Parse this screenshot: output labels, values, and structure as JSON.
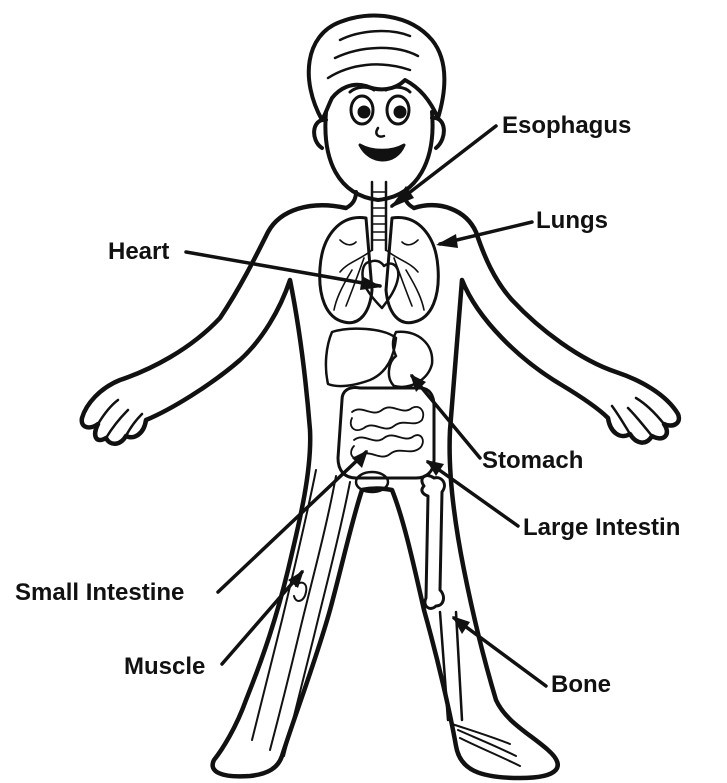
{
  "labels": {
    "esophagus": "Esophagus",
    "lungs": "Lungs",
    "heart": "Heart",
    "stomach": "Stomach",
    "large_intestine": "Large Intestin",
    "small_intestine": "Small Intestine",
    "muscle": "Muscle",
    "bone": "Bone"
  },
  "colors": {
    "line": "#111111",
    "background": "#ffffff"
  }
}
